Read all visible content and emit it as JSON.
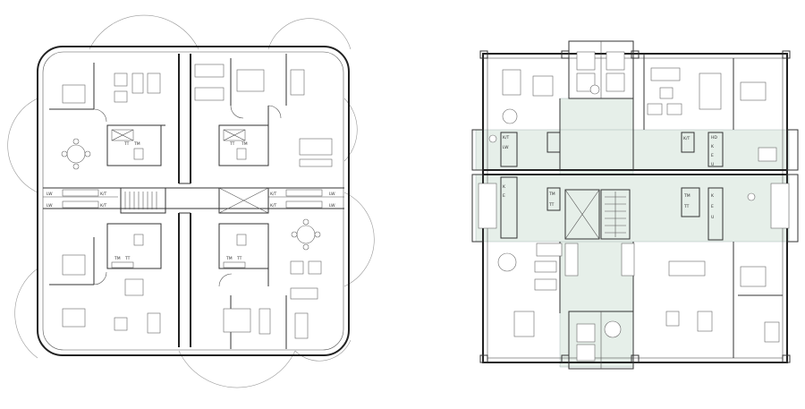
{
  "plan_left": {
    "labels": {
      "kt": "K/T",
      "lw": "LW",
      "tm": "TM",
      "tt": "TT"
    }
  },
  "plan_right": {
    "labels": {
      "kt": "K/T",
      "lw": "LW",
      "tm": "TM",
      "tt": "TT",
      "k": "K",
      "e": "E",
      "u": "U",
      "hd": "HD"
    }
  }
}
